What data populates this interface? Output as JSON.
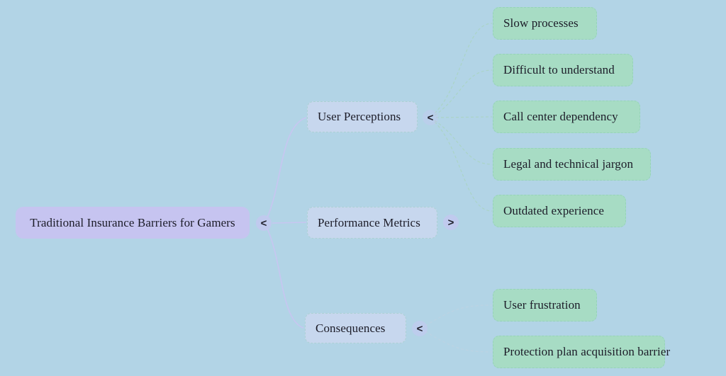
{
  "mindmap": {
    "root": {
      "label": "Traditional Insurance Barriers for Gamers",
      "toggle": "<"
    },
    "branches": [
      {
        "label": "User Perceptions",
        "toggle": "<",
        "children": [
          {
            "label": "Slow processes"
          },
          {
            "label": "Difficult to understand"
          },
          {
            "label": "Call center dependency"
          },
          {
            "label": "Legal and technical jargon"
          },
          {
            "label": "Outdated experience"
          }
        ]
      },
      {
        "label": "Performance Metrics",
        "toggle": ">",
        "children": []
      },
      {
        "label": "Consequences",
        "toggle": "<",
        "children": [
          {
            "label": "User frustration"
          },
          {
            "label": "Protection plan acquisition barrier"
          }
        ]
      }
    ]
  },
  "colors": {
    "background": "#b2d4e6",
    "root_node": "#c6c4f0",
    "branch_node": "#c7d7ee",
    "leaf_node": "#a7dcc4",
    "text": "#1c1c28",
    "root_link": "#c8c5f1",
    "leaf_link_green": "#a9d3c1",
    "leaf_link_blue": "#bdd3e2",
    "expander_circle": "#c8c5f3"
  }
}
